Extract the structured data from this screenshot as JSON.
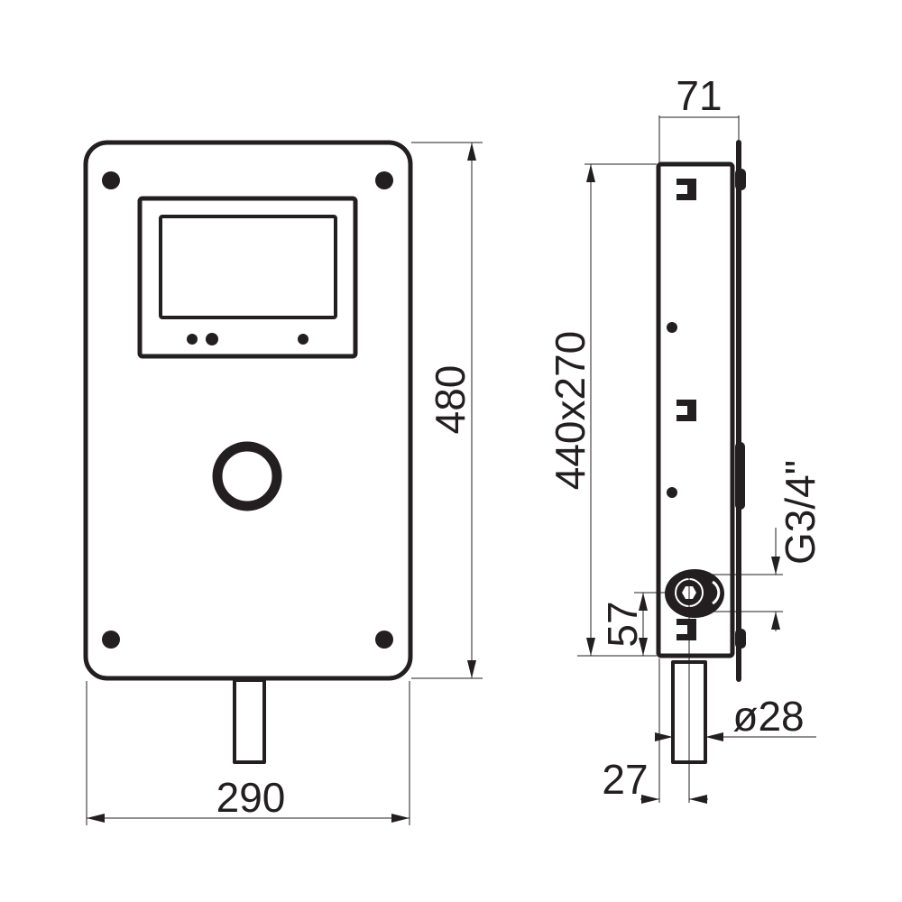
{
  "title": "Concealed box technical drawing",
  "dimensions": {
    "width": "290",
    "height": "480",
    "depth": "71",
    "box_size": "440x270",
    "outlet_height": "57",
    "thread": "G3/4\"",
    "pipe_diameter": "ø28",
    "pipe_offset": "27"
  },
  "colors": {
    "line": "#231f20",
    "background": "#ffffff"
  }
}
